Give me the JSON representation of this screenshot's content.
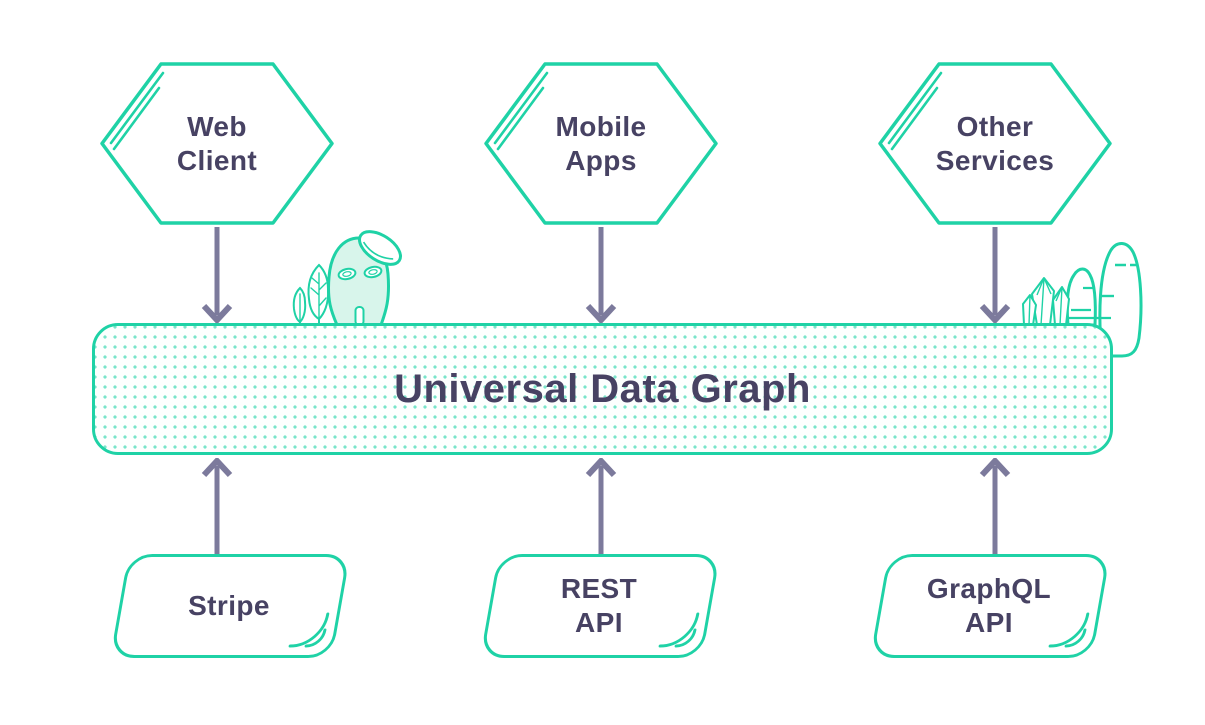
{
  "title": "Universal Data Graph",
  "colors": {
    "teal": "#1fd2a6",
    "mint": "#d8f5eb",
    "ink": "#474263",
    "arrow": "#7c7a9c",
    "dot": "#79e5ca",
    "bg": "#ffffff"
  },
  "clients": [
    {
      "id": "web-client",
      "label": "Web\nClient"
    },
    {
      "id": "mobile-apps",
      "label": "Mobile\nApps"
    },
    {
      "id": "other-services",
      "label": "Other\nServices"
    }
  ],
  "sources": [
    {
      "id": "stripe",
      "label": "Stripe"
    },
    {
      "id": "rest-api",
      "label": "REST\nAPI"
    },
    {
      "id": "graphql-api",
      "label": "GraphQL\nAPI"
    }
  ],
  "edges": [
    {
      "from": "Web Client",
      "to": "Universal Data Graph",
      "direction": "down"
    },
    {
      "from": "Mobile Apps",
      "to": "Universal Data Graph",
      "direction": "down"
    },
    {
      "from": "Other Services",
      "to": "Universal Data Graph",
      "direction": "down"
    },
    {
      "from": "Stripe",
      "to": "Universal Data Graph",
      "direction": "up"
    },
    {
      "from": "REST API",
      "to": "Universal Data Graph",
      "direction": "up"
    },
    {
      "from": "GraphQL API",
      "to": "Universal Data Graph",
      "direction": "up"
    }
  ],
  "decorations": [
    "plants-icon",
    "mascot-icon",
    "crystals-icon",
    "hills-icon"
  ]
}
